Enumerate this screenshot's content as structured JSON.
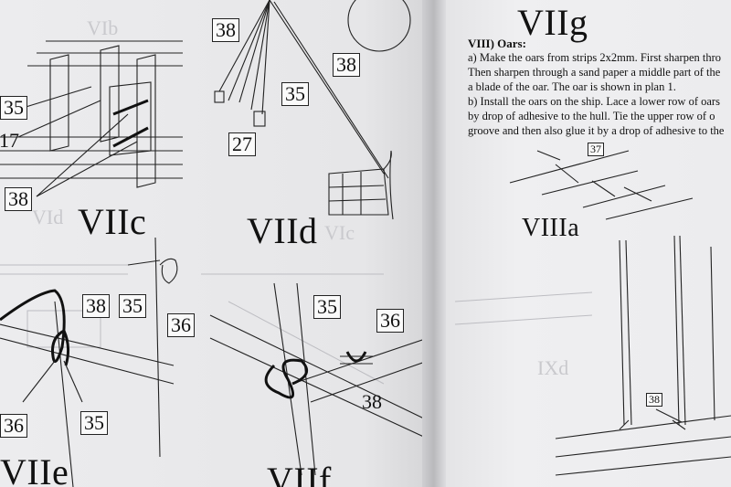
{
  "left_page": {
    "figures": {
      "c": {
        "title": "VIIc",
        "labels": [
          "35",
          "17",
          "38"
        ]
      },
      "d": {
        "title": "VIId",
        "labels": [
          "38",
          "38",
          "35",
          "27"
        ]
      },
      "e": {
        "title": "VIIe",
        "labels": [
          "38",
          "35",
          "36",
          "36",
          "35"
        ]
      },
      "f": {
        "title": "VIIf",
        "labels": [
          "35",
          "36",
          "38"
        ]
      }
    },
    "bleed_through": [
      "VIb",
      "VId",
      "VIc"
    ]
  },
  "right_page": {
    "title": "VIIg",
    "section_heading": "VIII) Oars:",
    "body_lines": [
      "a) Make the oars from strips 2x2mm. First sharpen thro",
      "Then sharpen through a sand paper a middle part of the",
      "a blade of the oar. The oar is shown in plan 1.",
      "b) Install the oars on the ship. Lace a lower row of oars",
      "by drop of adhesive to the hull. Tie the upper row of o",
      "groove and then also glue it by a drop of adhesive to the"
    ],
    "figure_viiia": {
      "title": "VIIIa",
      "label": "37"
    },
    "figure_ix": {
      "label": "38",
      "bleed_through": "IXd"
    }
  }
}
